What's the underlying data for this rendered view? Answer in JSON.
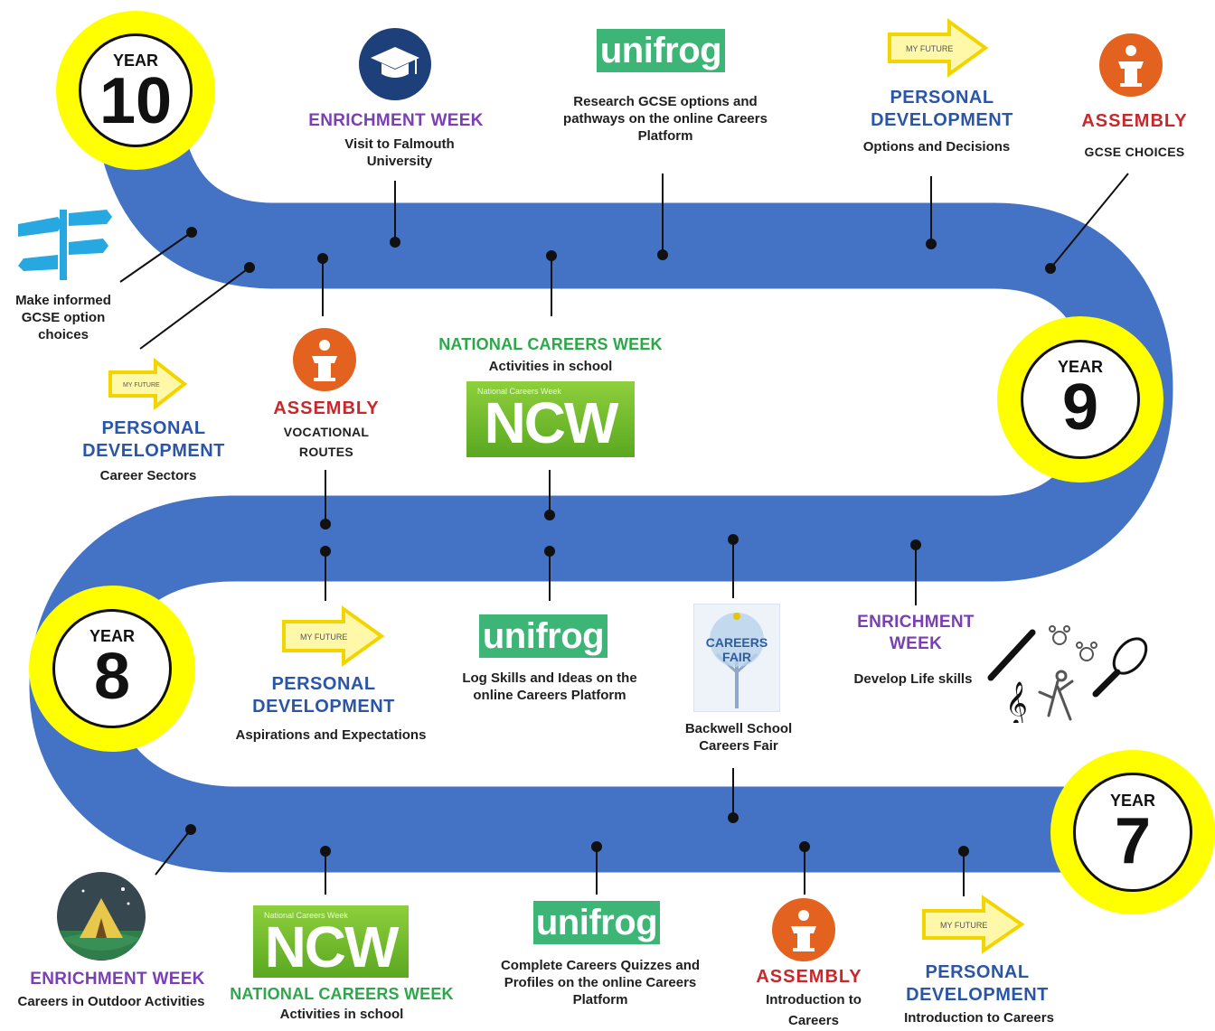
{
  "years": [
    {
      "id": "y10",
      "word": "YEAR",
      "number": "10"
    },
    {
      "id": "y9",
      "word": "YEAR",
      "number": "9"
    },
    {
      "id": "y8",
      "word": "YEAR",
      "number": "8"
    },
    {
      "id": "y7",
      "word": "YEAR",
      "number": "7"
    }
  ],
  "colors": {
    "road": "#4472c4",
    "badge": "#ffff00",
    "enrichment": "#7a3fb2",
    "personal": "#2b56a8",
    "assembly": "#c8282c",
    "ncw": "#2ca84a",
    "unifrog": "#3db577"
  },
  "logos": {
    "unifrog": "unifrog",
    "ncw_small": "National Careers Week",
    "ncw_big": "NCW",
    "my_future": "MY FUTURE",
    "careers_fair": "CAREERS FAIR"
  },
  "year10": {
    "enrichment_title": "ENRICHMENT WEEK",
    "enrichment_desc": "Visit to Falmouth University",
    "unifrog_desc": "Research GCSE options and pathways on the online Careers Platform",
    "pd_title": "PERSONAL DEVELOPMENT",
    "pd_desc": "Options and Decisions",
    "assembly_title": "ASSEMBLY",
    "assembly_desc": "GCSE CHOICES",
    "gcse_desc": "Make informed GCSE option choices"
  },
  "year9": {
    "pd_title": "PERSONAL DEVELOPMENT",
    "pd_desc": "Career Sectors",
    "assembly_title": "ASSEMBLY",
    "assembly_desc": "VOCATIONAL ROUTES",
    "ncw_title": "NATIONAL CAREERS WEEK",
    "ncw_desc": "Activities in school"
  },
  "year8": {
    "pd_title": "PERSONAL DEVELOPMENT",
    "pd_desc": "Aspirations and Expectations",
    "unifrog_desc": "Log Skills and Ideas on the online Careers Platform",
    "fair_desc": "Backwell School Careers Fair",
    "enrichment_title": "ENRICHMENT WEEK",
    "enrichment_desc": "Develop Life skills"
  },
  "year7": {
    "enrichment_title": "ENRICHMENT WEEK",
    "enrichment_desc": "Careers in Outdoor Activities",
    "ncw_title": "NATIONAL CAREERS WEEK",
    "ncw_desc": "Activities in school",
    "unifrog_desc": "Complete Careers Quizzes and Profiles on the online Careers Platform",
    "assembly_title": "ASSEMBLY",
    "assembly_desc": "Introduction to Careers",
    "pd_title": "PERSONAL DEVELOPMENT",
    "pd_desc": "Introduction to Careers"
  }
}
